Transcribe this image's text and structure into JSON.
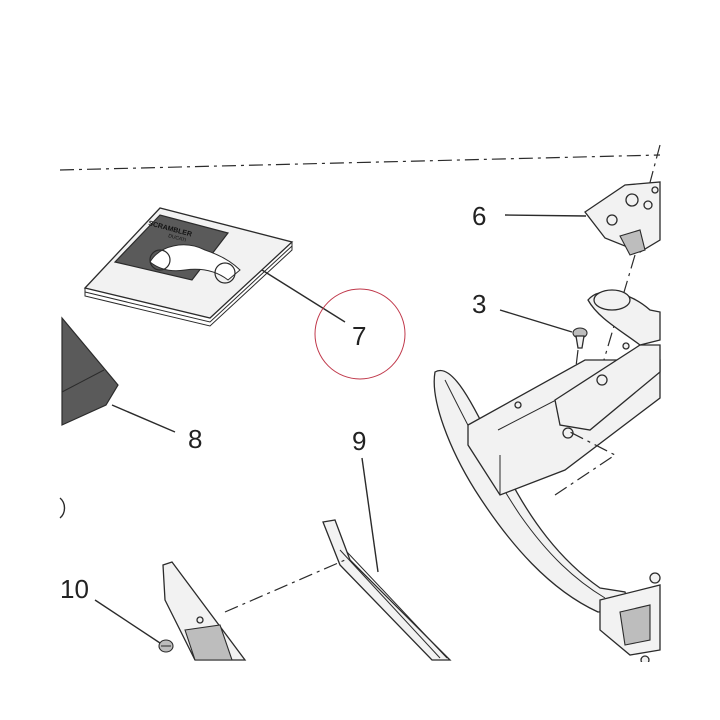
{
  "callouts": [
    {
      "number": "3"
    },
    {
      "number": "6"
    },
    {
      "number": "7"
    },
    {
      "number": "8"
    },
    {
      "number": "9"
    },
    {
      "number": "10"
    }
  ],
  "manual": {
    "cover_title": "SCRAMBLER",
    "cover_subtitle": "DUCATI"
  },
  "highlight_color": "#c0394b"
}
